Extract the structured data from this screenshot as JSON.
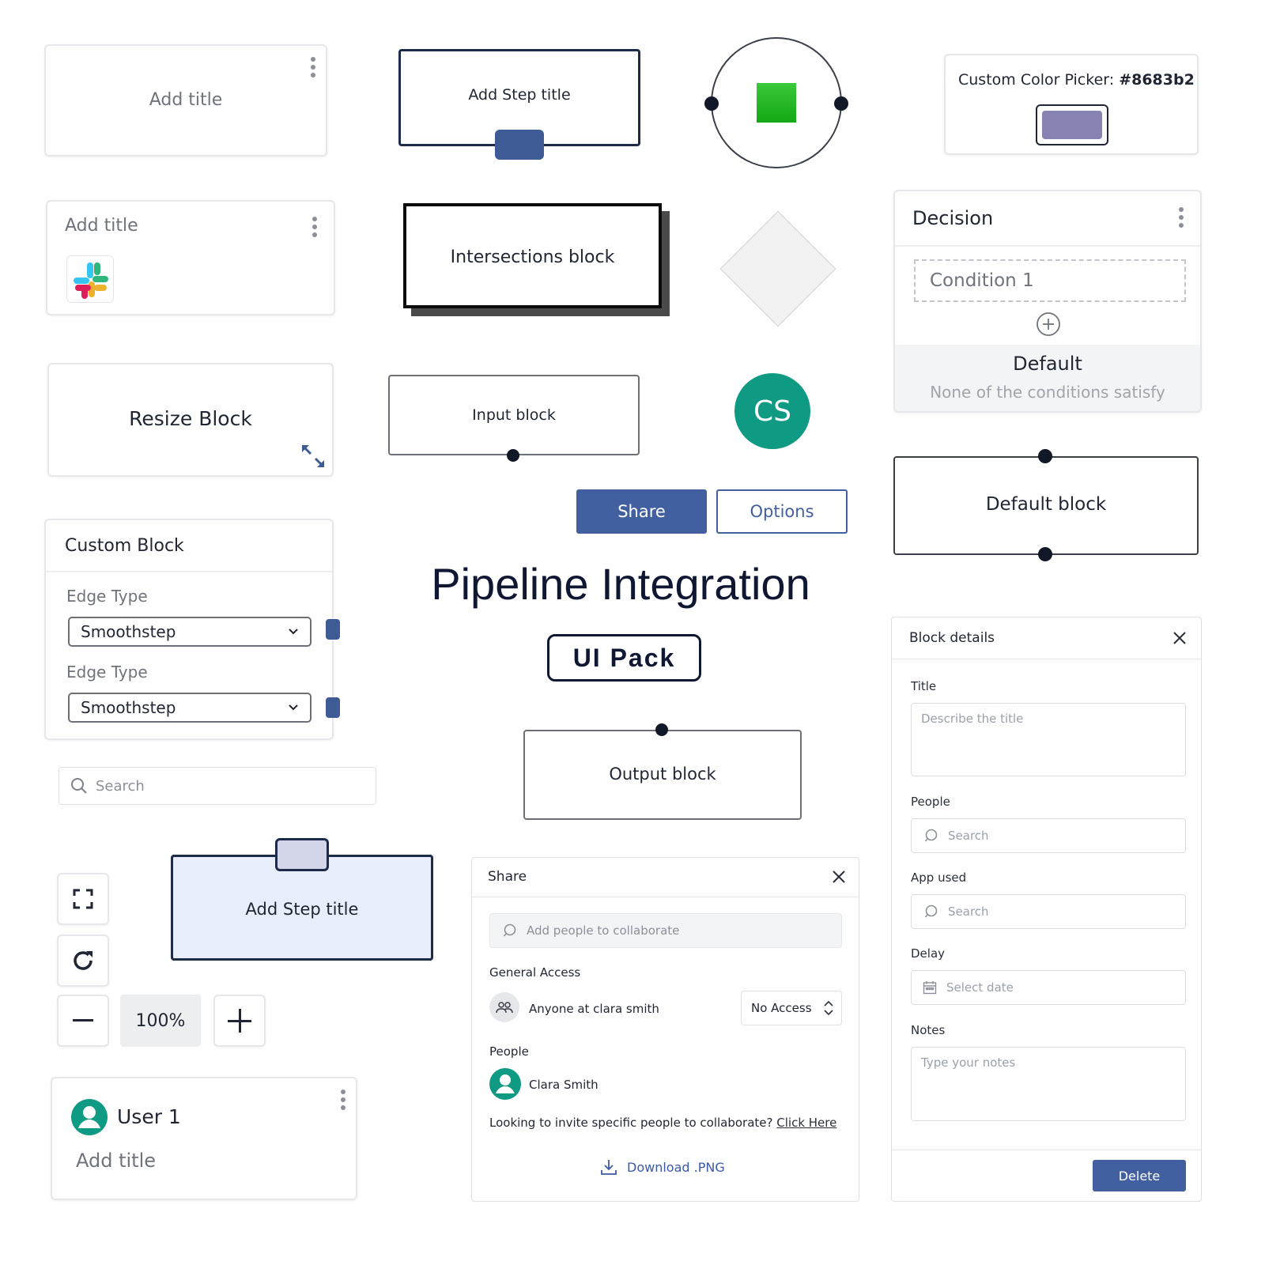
{
  "cards": {
    "add_title_1": "Add title",
    "add_title_2": "Add title",
    "resize_block": "Resize Block",
    "step_title_top": "Add Step title",
    "intersections": "Intersections block",
    "input_block": "Input block",
    "avatar_initials": "CS",
    "default_block": "Default block",
    "output_block": "Output block",
    "step_title_bottom": "Add Step title",
    "user_name": "User 1",
    "user_add_title": "Add title"
  },
  "color_picker": {
    "label": "Custom Color Picker: ",
    "value": "#8683b2",
    "swatch": "#8683b2"
  },
  "decision": {
    "title": "Decision",
    "condition": "Condition 1",
    "default_title": "Default",
    "default_sub": "None of the conditions satisfy"
  },
  "custom_block": {
    "title": "Custom Block",
    "edge_label_1": "Edge Type",
    "edge_value_1": "Smoothstep",
    "edge_label_2": "Edge Type",
    "edge_value_2": "Smoothstep"
  },
  "buttons": {
    "share": "Share",
    "options": "Options",
    "delete": "Delete"
  },
  "hero": {
    "title": "Pipeline Integration",
    "badge": "UI Pack"
  },
  "search": {
    "placeholder": "Search"
  },
  "zoom": {
    "level": "100%"
  },
  "share_dialog": {
    "title": "Share",
    "collab_placeholder": "Add people to collaborate",
    "general_access": "General Access",
    "anyone": "Anyone at clara smith",
    "access_value": "No Access",
    "people": "People",
    "person_name": "Clara Smith",
    "invite_text": "Looking to invite specific people to collaborate? ",
    "invite_link": "Click Here",
    "download": "Download .PNG"
  },
  "block_details": {
    "title": "Block details",
    "title_label": "Title",
    "title_placeholder": "Describe the title",
    "people_label": "People",
    "people_placeholder": "Search",
    "app_label": "App used",
    "app_placeholder": "Search",
    "delay_label": "Delay",
    "delay_placeholder": "Select date",
    "notes_label": "Notes",
    "notes_placeholder": "Type your notes"
  },
  "colors": {
    "primary": "#4260a0",
    "teal": "#0f9a84",
    "dark_navy": "#111827",
    "green": "#22b822",
    "light_blue": "#e8eefc"
  }
}
